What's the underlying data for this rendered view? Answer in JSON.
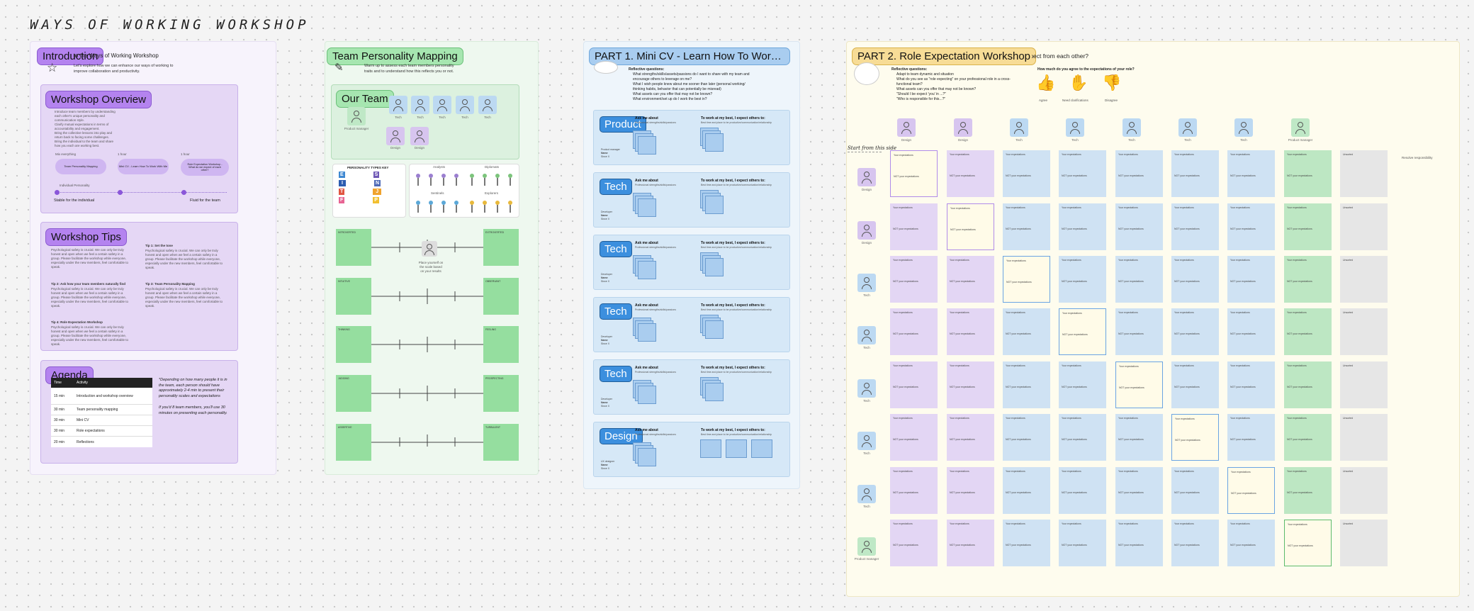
{
  "board": {
    "title": "WAYS OF WORKING WORKSHOP"
  },
  "colors": {
    "intro": "#b483ef",
    "team": "#a6e6b0",
    "part1": "#a9cdf0",
    "part2": "#f7dc96"
  },
  "intro": {
    "header": "Introduction",
    "heading": "Welcome to the Ways of Working Workshop",
    "subtext": "Let's explore how we can enhance our ways of working to improve collaboration and productivity.",
    "overview": {
      "header": "Workshop Overview",
      "bullets": [
        "Introduce team members by understanding each other's unique personality and communication style.",
        "Clarify mutual expectations in terms of accountability and engagement.",
        "Bring the collective lessons into play and return back to facing some challenges.",
        "Bring the individual to the team and share how you each are working best."
      ],
      "steps": [
        "Team Personality Mapping",
        "Mini CV - Learn How To Work With Me",
        "Role Expectation Workshop - What do we expect of each other?"
      ],
      "step_labels": [
        "Mix everything",
        "1 hour",
        "1 hour"
      ],
      "step_sub": "Individual Personality",
      "left_label": "Stable for the individual",
      "right_label": "Fluid for the team"
    },
    "tips": {
      "header": "Workshop Tips",
      "tip_titles": [
        "Tip 1: Set the tone",
        "Tip 2: Ask how your team members naturally find",
        "Tip 3: Team Personality Mapping",
        "Tip 4: Role Expectation Workshop"
      ],
      "tip_text": "Psychological safety is crucial. We can only be truly honest and open when we feel a certain safety in a group. Please facilitate the workshop while everyone, especially under the new members, feel comfortable to speak."
    },
    "agenda": {
      "header": "Agenda",
      "columns": [
        "Time",
        "Activity"
      ],
      "rows": [
        [
          "15 min",
          "Introduction and workshop overview"
        ],
        [
          "30 min",
          "Team personality mapping"
        ],
        [
          "30 min",
          "Mini CV"
        ],
        [
          "30 min",
          "Role expectations"
        ],
        [
          "20 min",
          "Reflections"
        ]
      ],
      "note1": "*Depending on how many people it is in the team, each person should have approximately 2-4 min to present their personality scales and expectations",
      "note2": "If you'd 8 team members, you'll use 30 minutes on presenting each personality."
    }
  },
  "team": {
    "header": "Team Personality Mapping",
    "subtext": "Warm up to assess each team members personality traits and to understand how this reflects you or not.",
    "our_team": "Our Team",
    "members": [
      {
        "role": "Product manager",
        "color": "green"
      },
      {
        "role": "Tech",
        "color": "blue"
      },
      {
        "role": "Tech",
        "color": "blue"
      },
      {
        "role": "Tech",
        "color": "blue"
      },
      {
        "role": "Tech",
        "color": "blue"
      },
      {
        "role": "Tech",
        "color": "blue"
      },
      {
        "role": "Design",
        "color": "purple"
      },
      {
        "role": "Design",
        "color": "purple"
      }
    ],
    "key_title": "PERSONALITY TYPES KEY",
    "letters": [
      "E",
      "S",
      "I",
      "N",
      "T",
      "J",
      "F",
      "P"
    ],
    "groups": [
      "Analysts",
      "Diplomats",
      "Sentinels",
      "Explorers"
    ],
    "scales": [
      [
        "INTROVERTED",
        "EXTROVERTED"
      ],
      [
        "INTUITIVE",
        "OBSERVANT"
      ],
      [
        "THINKING",
        "FEELING"
      ],
      [
        "JUDGING",
        "PROSPECTING"
      ],
      [
        "ASSERTIVE",
        "TURBULENT"
      ]
    ],
    "place_note": "Place yourself on the scale based on your results"
  },
  "part1": {
    "header": "PART 1. Mini CV - Learn How To Work ...",
    "questions_title": "Reflective questions:",
    "questions": [
      "What strengths/skills/assets/passions do I want to share with my team and encourage others to leverage on me?",
      "What I wish people knew about me sooner than later (personal working/ thinking habits, behavior that can potentially be misread)",
      "What assets can you offer that may not be known?",
      "What environment/set up do I work the best in?"
    ],
    "ask_title": "Ask me about",
    "ask_sub": "Professional strengths/skills/passions",
    "best_title": "To work at my best, I expect others to:",
    "best_sub": "Best time and place to be productive/communication/relationship",
    "cards": [
      {
        "tag": "Product",
        "who": "Product manager",
        "name": "Name",
        "years": "Since X"
      },
      {
        "tag": "Tech",
        "who": "Developer",
        "name": "Name",
        "years": "Since X"
      },
      {
        "tag": "Tech",
        "who": "Developer",
        "name": "Name",
        "years": "Since X"
      },
      {
        "tag": "Tech",
        "who": "Developer",
        "name": "Name",
        "years": "Since X"
      },
      {
        "tag": "Tech",
        "who": "Developer",
        "name": "Name",
        "years": "Since X"
      },
      {
        "tag": "Design",
        "who": "UX designer",
        "name": "Name",
        "years": "Since X"
      }
    ]
  },
  "part2": {
    "header": "PART 2. Role Expectation Workshop",
    "heading_suffix": "What do we expect from each other?",
    "questions_title": "Reflective questions:",
    "questions": [
      "Adapt to team dynamic and situation",
      "What do you see as \"role expecting\" on your professional role in a cross-functional team?",
      "What assets can you offer that may not be known?",
      "\"Should I be expect 'you' in ...?\"",
      "\"Who is responsible for this...?\""
    ],
    "vote_title": "How much do you agree to the expectations of your role?",
    "votes": [
      "Agree",
      "Need clarifications",
      "Disagree"
    ],
    "start_label": "Start from this side",
    "col_roles": [
      "Design",
      "Design",
      "Tech",
      "Tech",
      "Tech",
      "Tech",
      "Tech",
      "Product manager"
    ],
    "col_colors": [
      "purple",
      "purple",
      "blue",
      "blue",
      "blue",
      "blue",
      "blue",
      "green"
    ],
    "row_roles": [
      "Design",
      "Design",
      "Tech",
      "Tech",
      "Tech",
      "Tech",
      "Tech",
      "Product manager"
    ],
    "row_colors": [
      "purple",
      "purple",
      "blue",
      "blue",
      "blue",
      "blue",
      "blue",
      "green"
    ],
    "your_exp": "Your expectations",
    "not_exp": "NOT your expectations",
    "unsorted": "Unsorted",
    "resolve": "Resolve responsibility"
  }
}
